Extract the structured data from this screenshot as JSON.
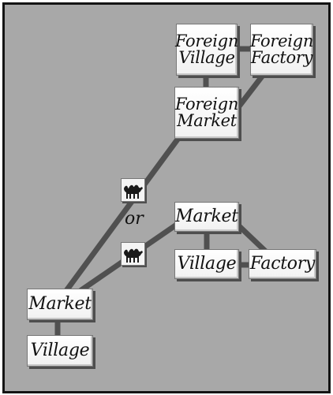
{
  "nodes": {
    "foreign_village": [
      "Foreign",
      "Village"
    ],
    "foreign_factory": [
      "Foreign",
      "Factory"
    ],
    "foreign_market": [
      "Foreign",
      "Market"
    ],
    "market_right": "Market",
    "village_right": "Village",
    "factory_right": "Factory",
    "market_left": "Market",
    "village_left": "Village"
  },
  "connector_word": "or",
  "icons": [
    "camel-icon",
    "camel-icon"
  ],
  "colors": {
    "background": "#a8a8a8",
    "border": "#141414",
    "line": "#505050",
    "box": "#ffffff"
  }
}
